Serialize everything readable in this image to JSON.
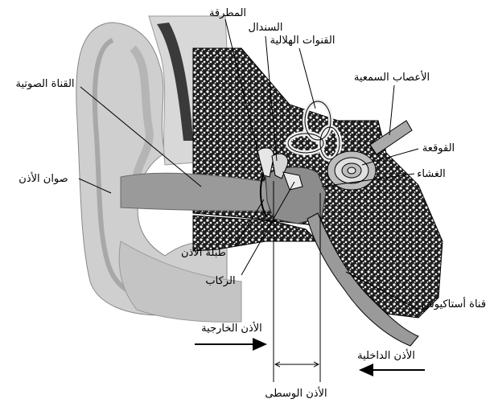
{
  "labels": {
    "hammer": "المطرقة",
    "anvil": "السندال",
    "semicircular_canals": "القنوات الهلالية",
    "auditory_nerves": "الأعصاب السمعية",
    "ear_canal": "القناة الصوتية",
    "cochlea": "القوقعة",
    "membrane": "الغشاء",
    "auricle": "صوان الأذن",
    "eardrum": "طبلة الأذن",
    "stirrup": "الركاب",
    "eustachian_tube": "قناة أستاكيوس",
    "outer_ear": "الأذن الخارجية",
    "inner_ear": "الأذن الداخلية",
    "middle_ear": "الأذن الوسطى"
  },
  "colors": {
    "ink": "#000000",
    "skin": "#cfcfcf",
    "canal": "#9a9a9a",
    "bone": "#2a2a2a"
  }
}
